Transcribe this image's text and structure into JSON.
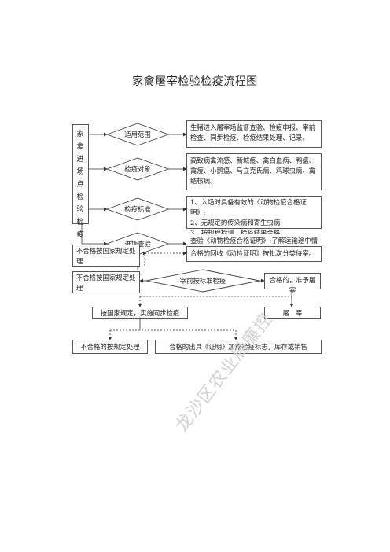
{
  "title": "家禽屠宰检验检疫流程图",
  "left_label": "家禽进场点检验检疫",
  "rows": [
    {
      "diamond": "适用范围",
      "box": "生猪进入屠宰场监督查验、检疫申报、宰前检查、同步检疫、检疫结果处理、记录。"
    },
    {
      "diamond": "检疫对象",
      "box": "高致病禽流感、新城疫、禽白血病、鸭瘟、禽痘、小鹅瘟、马立克氏病、鸡球虫病、禽结核病。"
    },
    {
      "diamond": "检疫标准",
      "box_lines": [
        "1、入场时具备有效的《动物检疫合格证明》;",
        "2、无规定的传染病和寄生虫病;",
        "3、按规程检测、检疫结果合格。"
      ]
    },
    {
      "diamond": "进场查验",
      "box": "查验《动物检疫合格证明》;了解运输途中情况;按《家禽产地检疫规程》抽检。"
    }
  ],
  "reject_1": "不合格按国家规定处理",
  "pass_recall": "合格的回收《动检证明》按批次分类待宰。",
  "reject_2": "不合格按国家规定处理",
  "pre_slaughter": "宰前按标准检疫",
  "pass_slaughter": "合格的，准予屠宰",
  "sync_inspection": "按国家规定，实施同步检疫",
  "slaughter": "屠　宰",
  "reject_3": "不合格的按规定处理",
  "pass_sell": "合格的出具《证明》加施检疫标志，库存或销售",
  "watermark": "龙沙区农业局廉控"
}
